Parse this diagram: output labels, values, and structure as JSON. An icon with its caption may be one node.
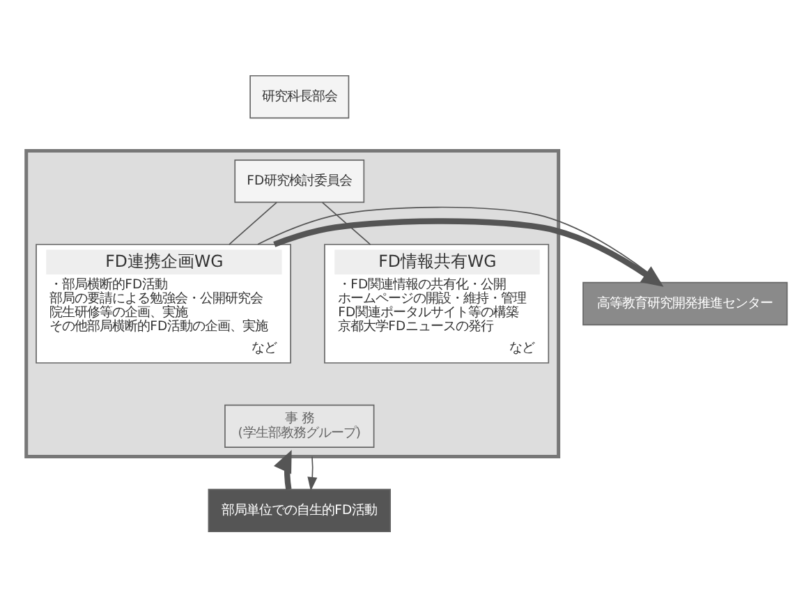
{
  "diagram": {
    "nodes": [
      {
        "text": [
          "研究科長部会"
        ]
      },
      {
        "text": [],
        "shape": "box"
      },
      {
        "text": [
          "FD研究検討委員会"
        ],
        "in": 1
      },
      {
        "text": [
          "FD連携企画WG",
          "・部局横断的FD活動",
          "部局の要請による勉強会・公開研究会",
          "院生研修等の企画、実施",
          "その他部局横断的FD活動の企画、実施",
          "など"
        ],
        "in": 1
      },
      {
        "text": [
          "FD情報共有WG",
          "・FD関連情報の共有化・公開",
          "ホームページの開設・維持・管理",
          "FD関連ポータルサイト等の構築",
          "京都大学FDニュースの発行",
          "など"
        ],
        "in": 1
      },
      {
        "text": [
          "事 務",
          "(学生部教務グループ)"
        ],
        "in": 1
      },
      {
        "text": [
          "高等教育研究開発推進センター"
        ]
      },
      {
        "text": [
          "部局単位での自生的FD活動"
        ]
      }
    ],
    "edges": [
      {
        "from": 2,
        "to": 3,
        "arrow": "none"
      },
      {
        "from": 2,
        "to": 4,
        "arrow": "none"
      },
      {
        "from": 3,
        "to": 6,
        "arrow": "to",
        "style": "thick"
      },
      {
        "from": 3,
        "to": 6,
        "arrow": "none"
      },
      {
        "from": 7,
        "to": 1,
        "arrow": "to",
        "style": "thick"
      },
      {
        "from": 1,
        "to": 7,
        "arrow": "to"
      }
    ]
  }
}
